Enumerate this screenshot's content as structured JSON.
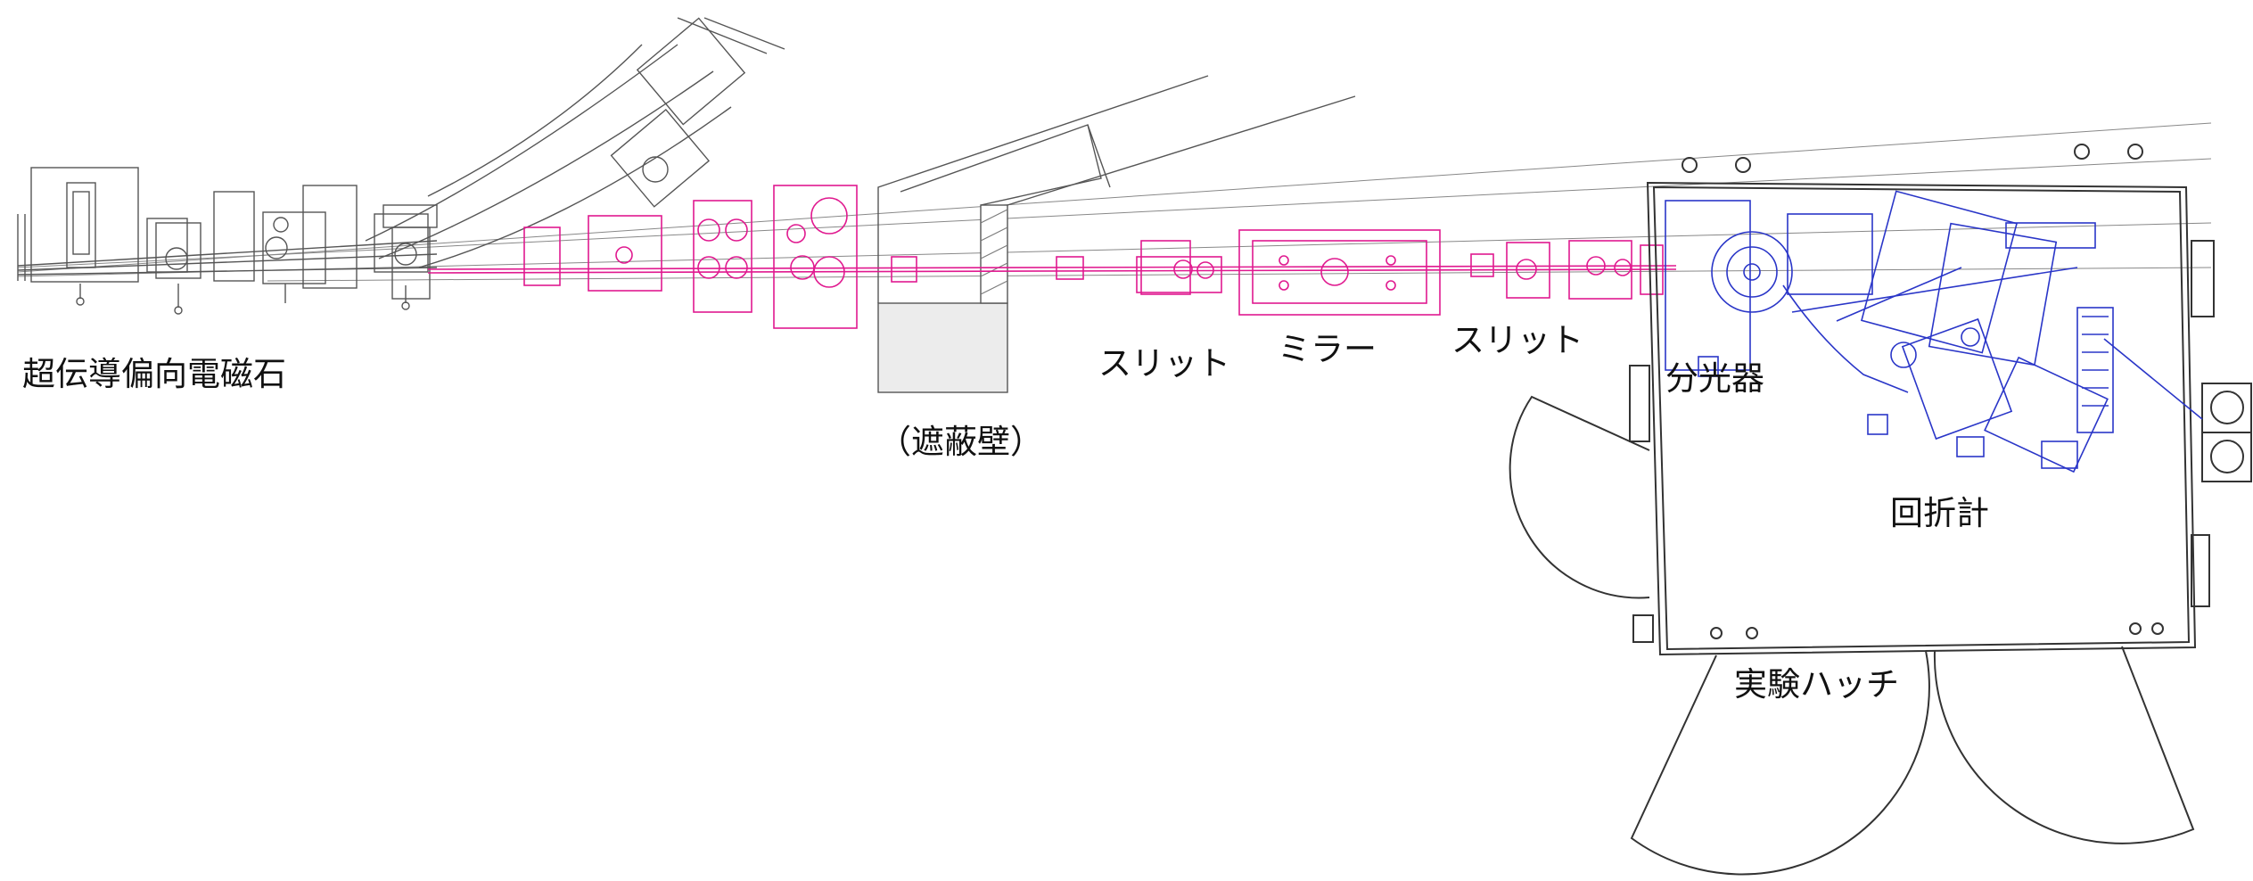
{
  "labels": {
    "magnet": "超伝導偏向電磁石",
    "shield_wall": "（遮蔽壁）",
    "slit_1": "スリット",
    "mirror": "ミラー",
    "slit_2": "スリット",
    "spectrometer": "分光器",
    "diffractometer": "回折計",
    "experimental_hutch": "実験ハッチ"
  },
  "colors": {
    "linework": "#555555",
    "beamline_optics": "#e0198f",
    "hutch_instruments": "#2a36c8",
    "concrete_wall": "#d0d0d0",
    "text": "#111111"
  }
}
